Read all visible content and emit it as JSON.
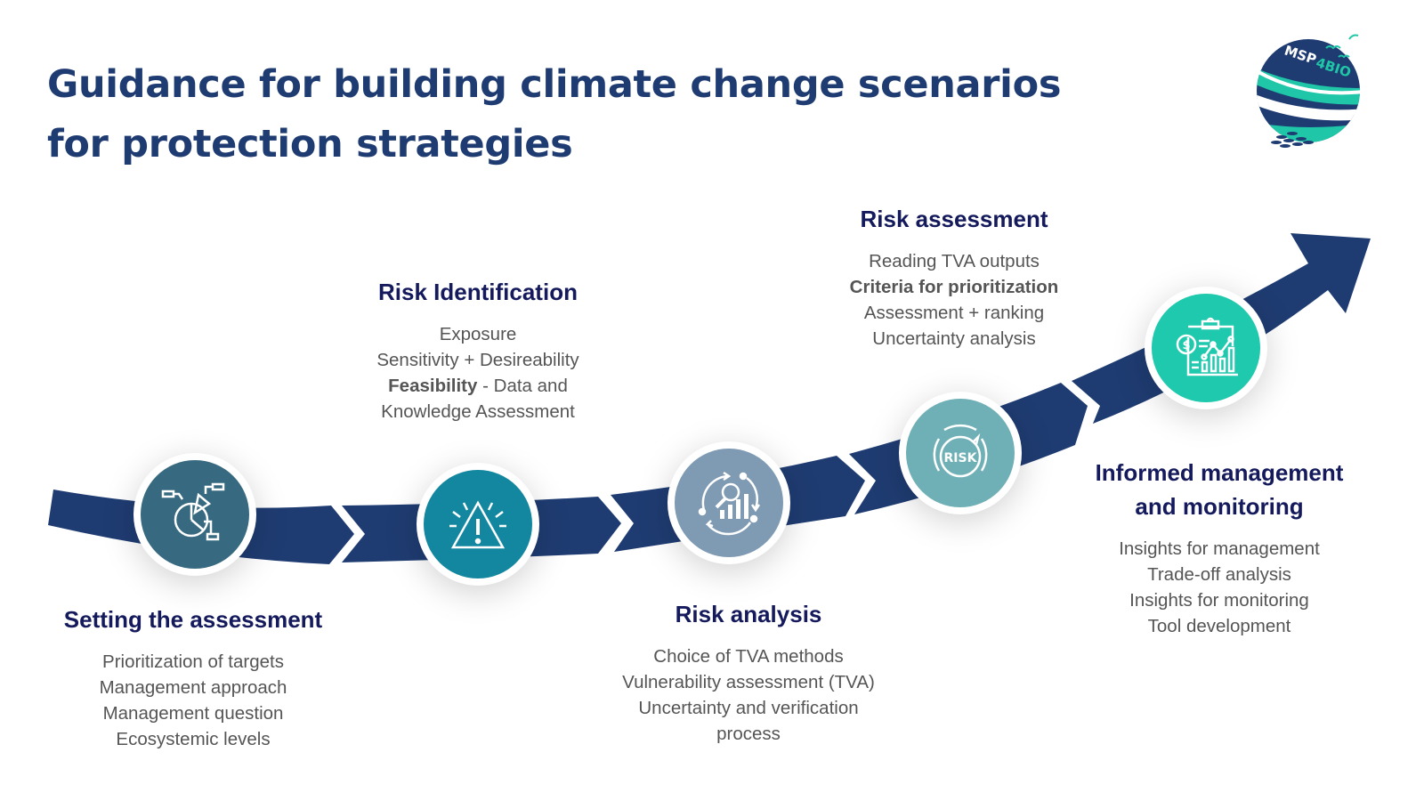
{
  "header": {
    "title_line1": "Guidance for building climate change scenarios",
    "title_line2": "for protection strategies"
  },
  "logo": {
    "text": "MSP4BIO",
    "icon": "msp4bio-globe-logo",
    "colors": {
      "navy": "#1f3c72",
      "teal": "#1fc6a7"
    }
  },
  "colors": {
    "arrow": "#1f3c72",
    "heading": "#141a5c",
    "body_text": "#555555",
    "title": "#1f3c72"
  },
  "steps": [
    {
      "title": "Setting the assessment",
      "icon": "pie-chart-diagram-icon",
      "color": "#376a80",
      "items": [
        {
          "text": "Prioritization of targets"
        },
        {
          "text": "Management approach"
        },
        {
          "text": "Management question"
        },
        {
          "text": "Ecosystemic levels"
        }
      ]
    },
    {
      "title": "Risk Identification",
      "icon": "warning-triangle-icon",
      "color": "#12879f",
      "items": [
        {
          "text": "Exposure"
        },
        {
          "text": "Sensitivity + Desireability"
        },
        {
          "bold": "Feasibility",
          "text": " - Data and"
        },
        {
          "text": "Knowledge Assessment"
        }
      ]
    },
    {
      "title": "Risk analysis",
      "icon": "analysis-cycle-magnifier-icon",
      "color": "#7f9ab3",
      "items": [
        {
          "text": "Choice of TVA methods"
        },
        {
          "text": "Vulnerability assessment (TVA)"
        },
        {
          "text": "Uncertainty and verification"
        },
        {
          "text": "process"
        }
      ]
    },
    {
      "title": "Risk assessment",
      "icon": "risk-gauge-icon",
      "icon_text": "RISK",
      "color": "#6fb0b6",
      "items": [
        {
          "text": "Reading TVA outputs"
        },
        {
          "bold": "Criteria for prioritization",
          "text": ""
        },
        {
          "text": "Assessment + ranking"
        },
        {
          "text": "Uncertainty analysis"
        }
      ]
    },
    {
      "title_line1": "Informed management",
      "title_line2": "and monitoring",
      "icon": "financial-report-chart-icon",
      "color": "#1ec9ad",
      "items": [
        {
          "text": "Insights for management"
        },
        {
          "text": "Trade-off analysis"
        },
        {
          "text": "Insights for monitoring"
        },
        {
          "text": "Tool development"
        }
      ]
    }
  ]
}
